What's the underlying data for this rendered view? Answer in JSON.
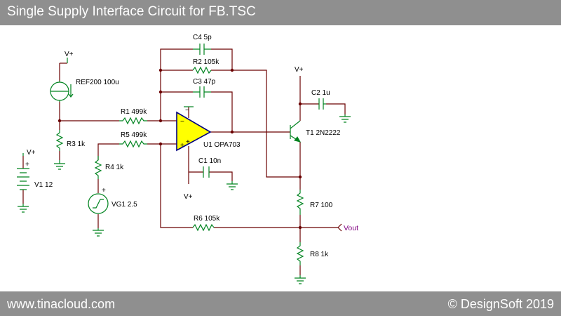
{
  "title": "Single Supply Interface Circuit for FB.TSC",
  "footer": {
    "left": "www.tinacloud.com",
    "right": "© DesignSoft 2019"
  },
  "components": {
    "c4": "C4 5p",
    "r2": "R2 105k",
    "c3": "C3 47p",
    "r1": "R1 499k",
    "r5": "R5 499k",
    "ref200": "REF200 100u",
    "r3": "R3 1k",
    "r4": "R4 1k",
    "v1": "V1 12",
    "vg1": "VG1 2.5",
    "u1": "U1 OPA703",
    "c1": "C1 10n",
    "r6": "R6 105k",
    "t1": "T1 2N2222",
    "c2": "C2 1u",
    "r7": "R7 100",
    "r8": "R8 1k"
  },
  "supply_labels": {
    "vplus": "V+"
  },
  "output_label": "Vout",
  "polarity": {
    "plus": "+",
    "minus": "−"
  },
  "colors": {
    "wire": "#6b0000",
    "component": "#00831f",
    "opamp_fill": "#ffff00",
    "opamp_border": "#000080",
    "output_label": "#800080",
    "bar": "#8f8f8f"
  }
}
